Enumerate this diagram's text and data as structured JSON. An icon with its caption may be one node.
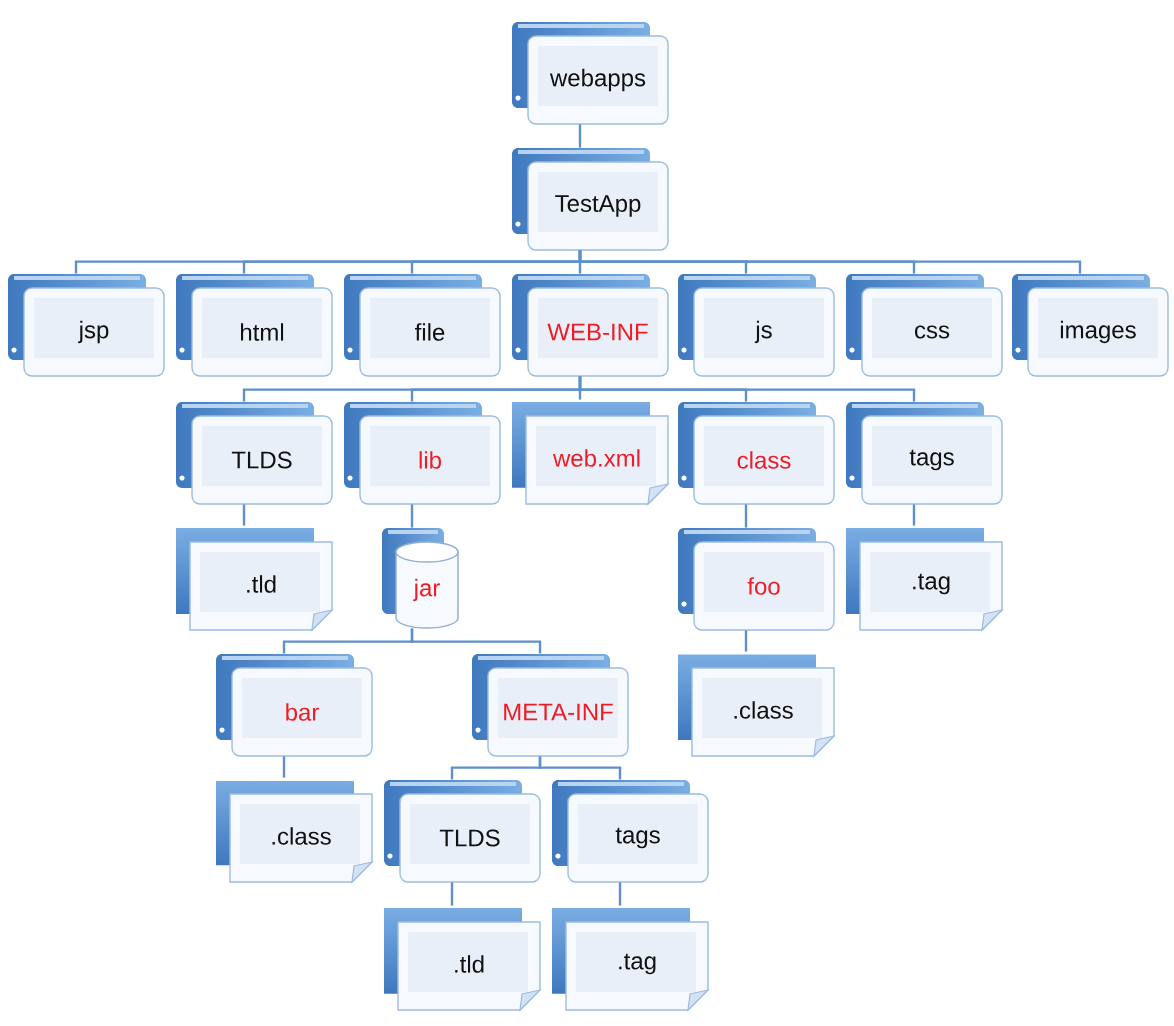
{
  "diagram": {
    "nodes": [
      {
        "text": [
          "webapps"
        ]
      },
      {
        "text": [
          "TestApp"
        ]
      },
      {
        "text": [
          "jsp"
        ]
      },
      {
        "text": [
          "html"
        ]
      },
      {
        "text": [
          "file"
        ]
      },
      {
        "text": [
          "WEB-INF"
        ]
      },
      {
        "text": [
          "js"
        ]
      },
      {
        "text": [
          "css"
        ]
      },
      {
        "text": [
          "images"
        ]
      },
      {
        "text": [
          "TLDS"
        ]
      },
      {
        "text": [
          "lib"
        ]
      },
      {
        "text": [
          "web.xml"
        ]
      },
      {
        "text": [
          "class"
        ]
      },
      {
        "text": [
          "tags"
        ]
      },
      {
        "text": [
          ".tld"
        ]
      },
      {
        "text": [
          "jar"
        ]
      },
      {
        "text": [
          "foo"
        ]
      },
      {
        "text": [
          ".tag"
        ]
      },
      {
        "text": [
          "bar"
        ]
      },
      {
        "text": [
          "META-INF"
        ]
      },
      {
        "text": [
          ".class"
        ]
      },
      {
        "text": [
          ".class"
        ]
      },
      {
        "text": [
          "TLDS"
        ]
      },
      {
        "text": [
          "tags"
        ]
      },
      {
        "text": [
          ".tld"
        ]
      },
      {
        "text": [
          ".tag"
        ]
      }
    ],
    "edges": [
      {
        "from": 0,
        "to": 1,
        "arrow": "none"
      },
      {
        "from": 1,
        "to": 2,
        "arrow": "none"
      },
      {
        "from": 1,
        "to": 3,
        "arrow": "none"
      },
      {
        "from": 1,
        "to": 4,
        "arrow": "none"
      },
      {
        "from": 1,
        "to": 5,
        "arrow": "none"
      },
      {
        "from": 1,
        "to": 6,
        "arrow": "none"
      },
      {
        "from": 1,
        "to": 7,
        "arrow": "none"
      },
      {
        "from": 1,
        "to": 8,
        "arrow": "none"
      },
      {
        "from": 5,
        "to": 9,
        "arrow": "none"
      },
      {
        "from": 5,
        "to": 10,
        "arrow": "none"
      },
      {
        "from": 5,
        "to": 11,
        "arrow": "none"
      },
      {
        "from": 5,
        "to": 12,
        "arrow": "none"
      },
      {
        "from": 5,
        "to": 13,
        "arrow": "none"
      },
      {
        "from": 9,
        "to": 14,
        "arrow": "none"
      },
      {
        "from": 10,
        "to": 15,
        "arrow": "none"
      },
      {
        "from": 12,
        "to": 16,
        "arrow": "none"
      },
      {
        "from": 13,
        "to": 17,
        "arrow": "none"
      },
      {
        "from": 15,
        "to": 18,
        "arrow": "none"
      },
      {
        "from": 15,
        "to": 19,
        "arrow": "none"
      },
      {
        "from": 16,
        "to": 20,
        "arrow": "none"
      },
      {
        "from": 18,
        "to": 21,
        "arrow": "none"
      },
      {
        "from": 19,
        "to": 22,
        "arrow": "none"
      },
      {
        "from": 19,
        "to": 23,
        "arrow": "none"
      },
      {
        "from": 22,
        "to": 24,
        "arrow": "none"
      },
      {
        "from": 23,
        "to": 25,
        "arrow": "none"
      }
    ]
  }
}
